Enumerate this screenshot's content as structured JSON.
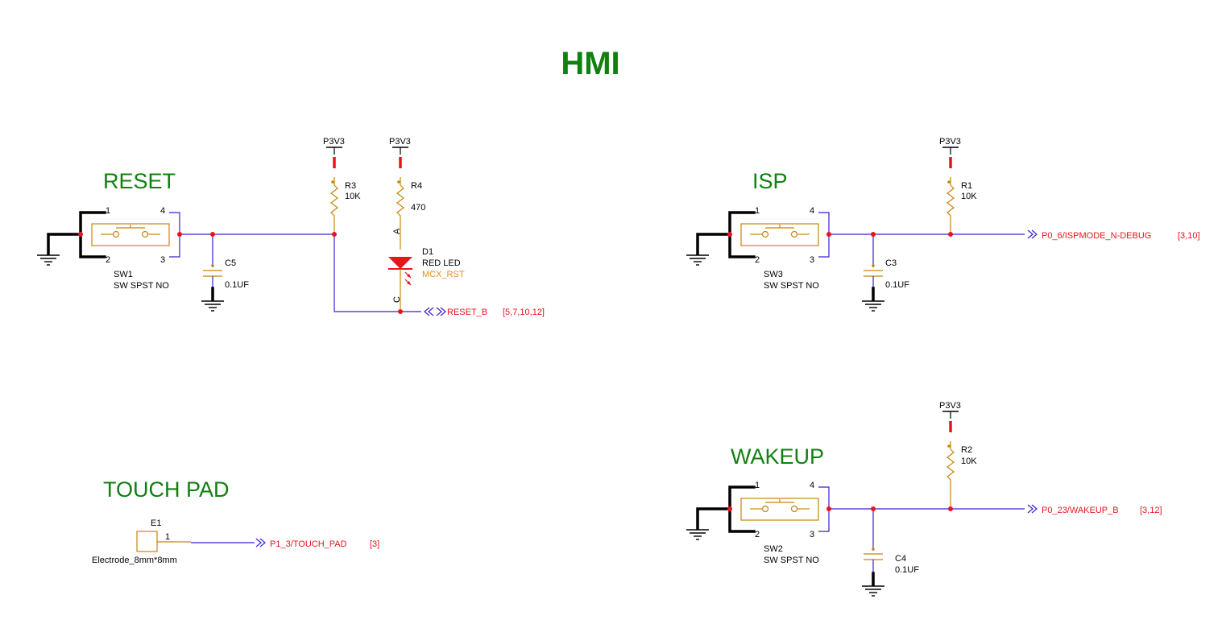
{
  "title": "HMI",
  "sections": {
    "reset": "RESET",
    "isp": "ISP",
    "wakeup": "WAKEUP",
    "touch": "TOUCH PAD"
  },
  "power": {
    "r3": "P3V3",
    "r4": "P3V3",
    "r1": "P3V3",
    "r2": "P3V3"
  },
  "resistors": {
    "r3": {
      "ref": "R3",
      "value": "10K"
    },
    "r4": {
      "ref": "R4",
      "value": "470"
    },
    "r1": {
      "ref": "R1",
      "value": "10K"
    },
    "r2": {
      "ref": "R2",
      "value": "10K"
    }
  },
  "capacitors": {
    "c5": {
      "ref": "C5",
      "value": "0.1UF"
    },
    "c3": {
      "ref": "C3",
      "value": "0.1UF"
    },
    "c4": {
      "ref": "C4",
      "value": "0.1UF"
    }
  },
  "switches": {
    "sw1": {
      "ref": "SW1",
      "type": "SW SPST NO",
      "pins": [
        "1",
        "2",
        "4",
        "3"
      ]
    },
    "sw3": {
      "ref": "SW3",
      "type": "SW SPST NO",
      "pins": [
        "1",
        "2",
        "4",
        "3"
      ]
    },
    "sw2": {
      "ref": "SW2",
      "type": "SW SPST NO",
      "pins": [
        "1",
        "2",
        "4",
        "3"
      ]
    }
  },
  "led": {
    "ref": "D1",
    "value": "RED LED",
    "label": "MCX_RST",
    "anode": "A",
    "cathode": "C"
  },
  "electrode": {
    "ref": "E1",
    "pin": "1",
    "value": "Electrode_8mm*8mm"
  },
  "nets": {
    "reset": {
      "name": "RESET_B",
      "refs": "[5,7,10,12]"
    },
    "isp": {
      "name": "P0_6/ISPMODE_N-DEBUG",
      "refs": "[3,10]"
    },
    "wakeup": {
      "name": "P0_23/WAKEUP_B",
      "refs": "[3,12]"
    },
    "touch": {
      "name": "P1_3/TOUCH_PAD",
      "refs": "[3]"
    }
  },
  "colors": {
    "heading": "#108010",
    "wire": "#3b1fd4",
    "net_label": "#e8141c",
    "component": "#c8850a"
  }
}
